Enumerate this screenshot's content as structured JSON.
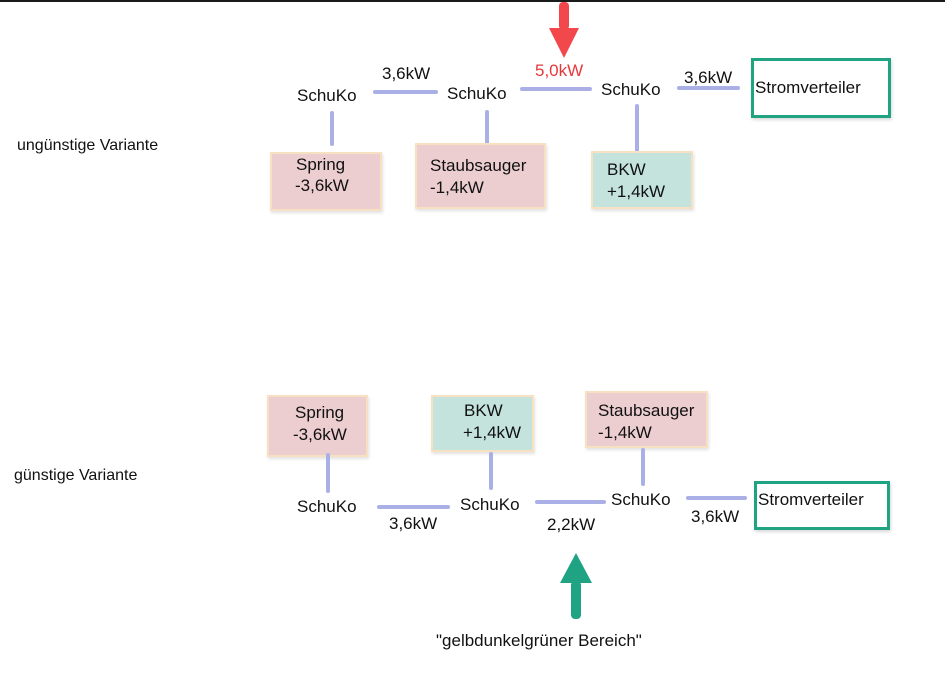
{
  "colors": {
    "bad_arrow": "#f2484b",
    "good_arrow": "#1fa383",
    "line": "#aab0e6",
    "consumer_box": "#eccdd0",
    "producer_box": "#c4e3dc",
    "distributor_border": "#1fa383",
    "warning_text": "#e5383b"
  },
  "unfavorable": {
    "label": "ungünstige Variante",
    "nodes": [
      "SchuKo",
      "SchuKo",
      "SchuKo"
    ],
    "segments": [
      "3,6kW",
      "5,0kW",
      "3,6kW"
    ],
    "highlight_segment": "5,0kW",
    "devices": [
      {
        "name": "Spring",
        "power": "-3,6kW",
        "type": "consumer"
      },
      {
        "name": "Staubsauger",
        "power": "-1,4kW",
        "type": "consumer"
      },
      {
        "name": "BKW",
        "power": "+1,4kW",
        "type": "producer"
      }
    ],
    "distributor": "Stromverteiler",
    "arrow_icon": "arrow-down-icon"
  },
  "favorable": {
    "label": "günstige Variante",
    "nodes": [
      "SchuKo",
      "SchuKo",
      "SchuKo"
    ],
    "segments": [
      "3,6kW",
      "2,2kW",
      "3,6kW"
    ],
    "devices": [
      {
        "name": "Spring",
        "power": "-3,6kW",
        "type": "consumer"
      },
      {
        "name": "BKW",
        "power": "+1,4kW",
        "type": "producer"
      },
      {
        "name": "Staubsauger",
        "power": "-1,4kW",
        "type": "consumer"
      }
    ],
    "distributor": "Stromverteiler",
    "arrow_icon": "arrow-up-icon",
    "caption": "\"gelbdunkelgrüner Bereich\""
  }
}
